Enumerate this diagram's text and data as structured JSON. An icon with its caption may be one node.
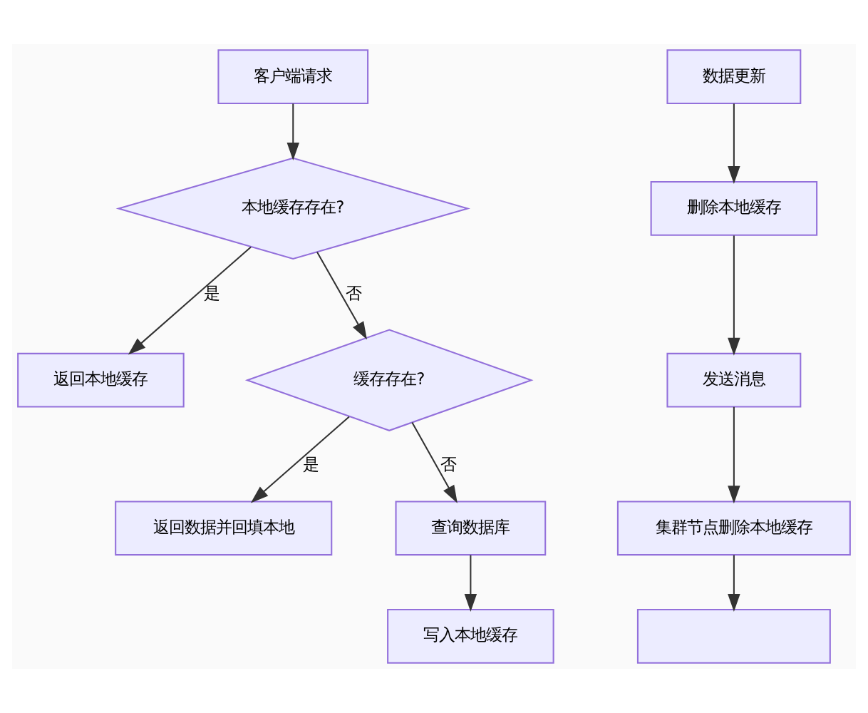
{
  "diagram": {
    "nodes": [
      {
        "text": [
          "客户端请求"
        ]
      },
      {
        "text": [
          "本地缓存存在?"
        ]
      },
      {
        "text": [
          "返回本地缓存"
        ]
      },
      {
        "text": [
          "缓存存在?"
        ]
      },
      {
        "text": [
          "返回数据并回填本地"
        ]
      },
      {
        "text": [
          "查询数据库"
        ]
      },
      {
        "text": [
          "写入本地缓存"
        ]
      },
      {
        "text": [
          "数据更新"
        ]
      },
      {
        "text": [
          "删除本地缓存"
        ]
      },
      {
        "text": [
          "发送消息"
        ]
      },
      {
        "text": [
          "集群节点删除本地缓存"
        ]
      },
      {
        "text": [],
        "shape": "box"
      }
    ],
    "edges": [
      {
        "from": 0,
        "to": 1,
        "arrow": "to"
      },
      {
        "from": 1,
        "to": 2,
        "arrow": "to",
        "label": "是"
      },
      {
        "from": 1,
        "to": 3,
        "arrow": "to",
        "label": "否"
      },
      {
        "from": 3,
        "to": 4,
        "arrow": "to",
        "label": "是"
      },
      {
        "from": 3,
        "to": 5,
        "arrow": "to",
        "label": "否"
      },
      {
        "from": 5,
        "to": 6,
        "arrow": "to"
      },
      {
        "from": 7,
        "to": 8,
        "arrow": "to"
      },
      {
        "from": 8,
        "to": 9,
        "arrow": "to"
      },
      {
        "from": 9,
        "to": 10,
        "arrow": "to"
      },
      {
        "from": 10,
        "to": 11,
        "arrow": "to"
      }
    ]
  }
}
